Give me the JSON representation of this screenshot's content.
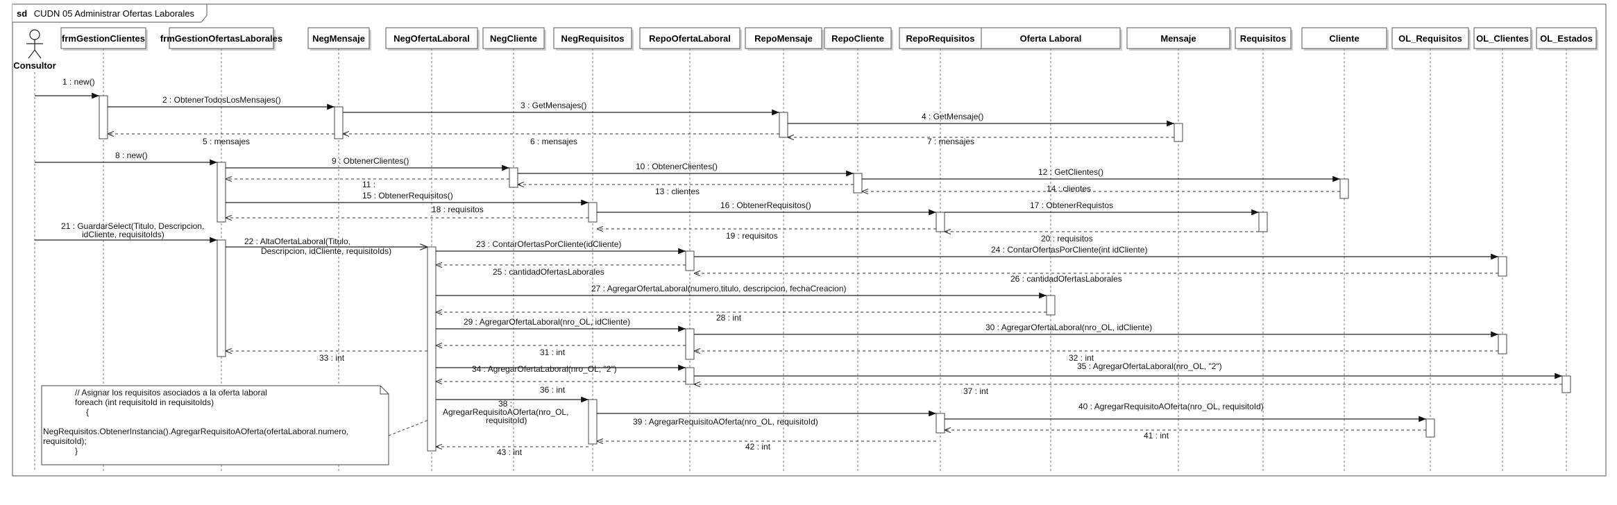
{
  "frame": {
    "kind": "sd",
    "name": "CUDN 05 Administrar Ofertas Laborales"
  },
  "actor": {
    "label": "Consultor"
  },
  "lifelines": [
    "frmGestionClientes",
    "frmGestionOfertasLaborales",
    "NegMensaje",
    "NegOfertaLaboral",
    "NegCliente",
    "NegRequisitos",
    "RepoOfertaLaboral",
    "RepoMensaje",
    "RepoCliente",
    "RepoRequisitos",
    "Oferta Laboral",
    "Mensaje",
    "Requisitos",
    "Cliente",
    "OL_Requisitos",
    "OL_Clientes",
    "OL_Estados"
  ],
  "messages": [
    "1 : new()",
    "2 : ObtenerTodosLosMensajes()",
    "3 : GetMensajes()",
    "4 : GetMensaje()",
    "5 : mensajes",
    "6 : mensajes",
    "7 : mensajes",
    "8 : new()",
    "9 : ObtenerClientes()",
    "10 : ObtenerClientes()",
    "11 :",
    "12 : GetClientes()",
    "13 : clientes",
    "14 : clientes",
    "15 : ObtenerRequisitos()",
    "16 : ObtenerRequisitos()",
    "17 : ObtenerRequistos",
    "18 : requisitos",
    "19 : requisitos",
    "20 : requisitos",
    "21 : GuardarSelect(Titulo, Descripcion,",
    "idCliente, requisitoIds)",
    "22 : AltaOfertaLaboral(Titulo,",
    "Descripcion, idCliente, requisitoIds)",
    "23 : ContarOfertasPorCliente(idCliente)",
    "24 : ContarOfertasPorCliente(int idCliente)",
    "25 : cantidadOfertasLaborales",
    "26 : cantidadOfertasLaborales",
    "27 : AgregarOfertaLaboral(numero,titulo, descripcion, fechaCreacion)",
    "28 : int",
    "29 : AgregarOfertaLaboral(nro_OL, idCliente)",
    "30 : AgregarOfertaLaboral(nro_OL, idCliente)",
    "31 : int",
    "32 : int",
    "33 : int",
    "34 : AgregarOfertaLaboral(nro_OL, \"2\")",
    "35 : AgregarOfertaLaboral(nro_OL, \"2\")",
    "36 : int",
    "37 : int",
    "38 :",
    "AgregarRequisitoAOferta(nro_OL,",
    "requisitoId)",
    "39 : AgregarRequisitoAOferta(nro_OL, requisitoId)",
    "40 : AgregarRequisitoAOferta(nro_OL, requisitoId)",
    "41 : int",
    "42 : int",
    "43 : int"
  ],
  "note": [
    "// Asignar los requisitos asociados a la oferta laboral",
    "foreach (int requisitoId in requisitoIds)",
    "{",
    "NegRequisitos.ObtenerInstancia().AgregarRequisitoAOferta(ofertaLaboral.numero,",
    "requisitoId);",
    "}"
  ]
}
